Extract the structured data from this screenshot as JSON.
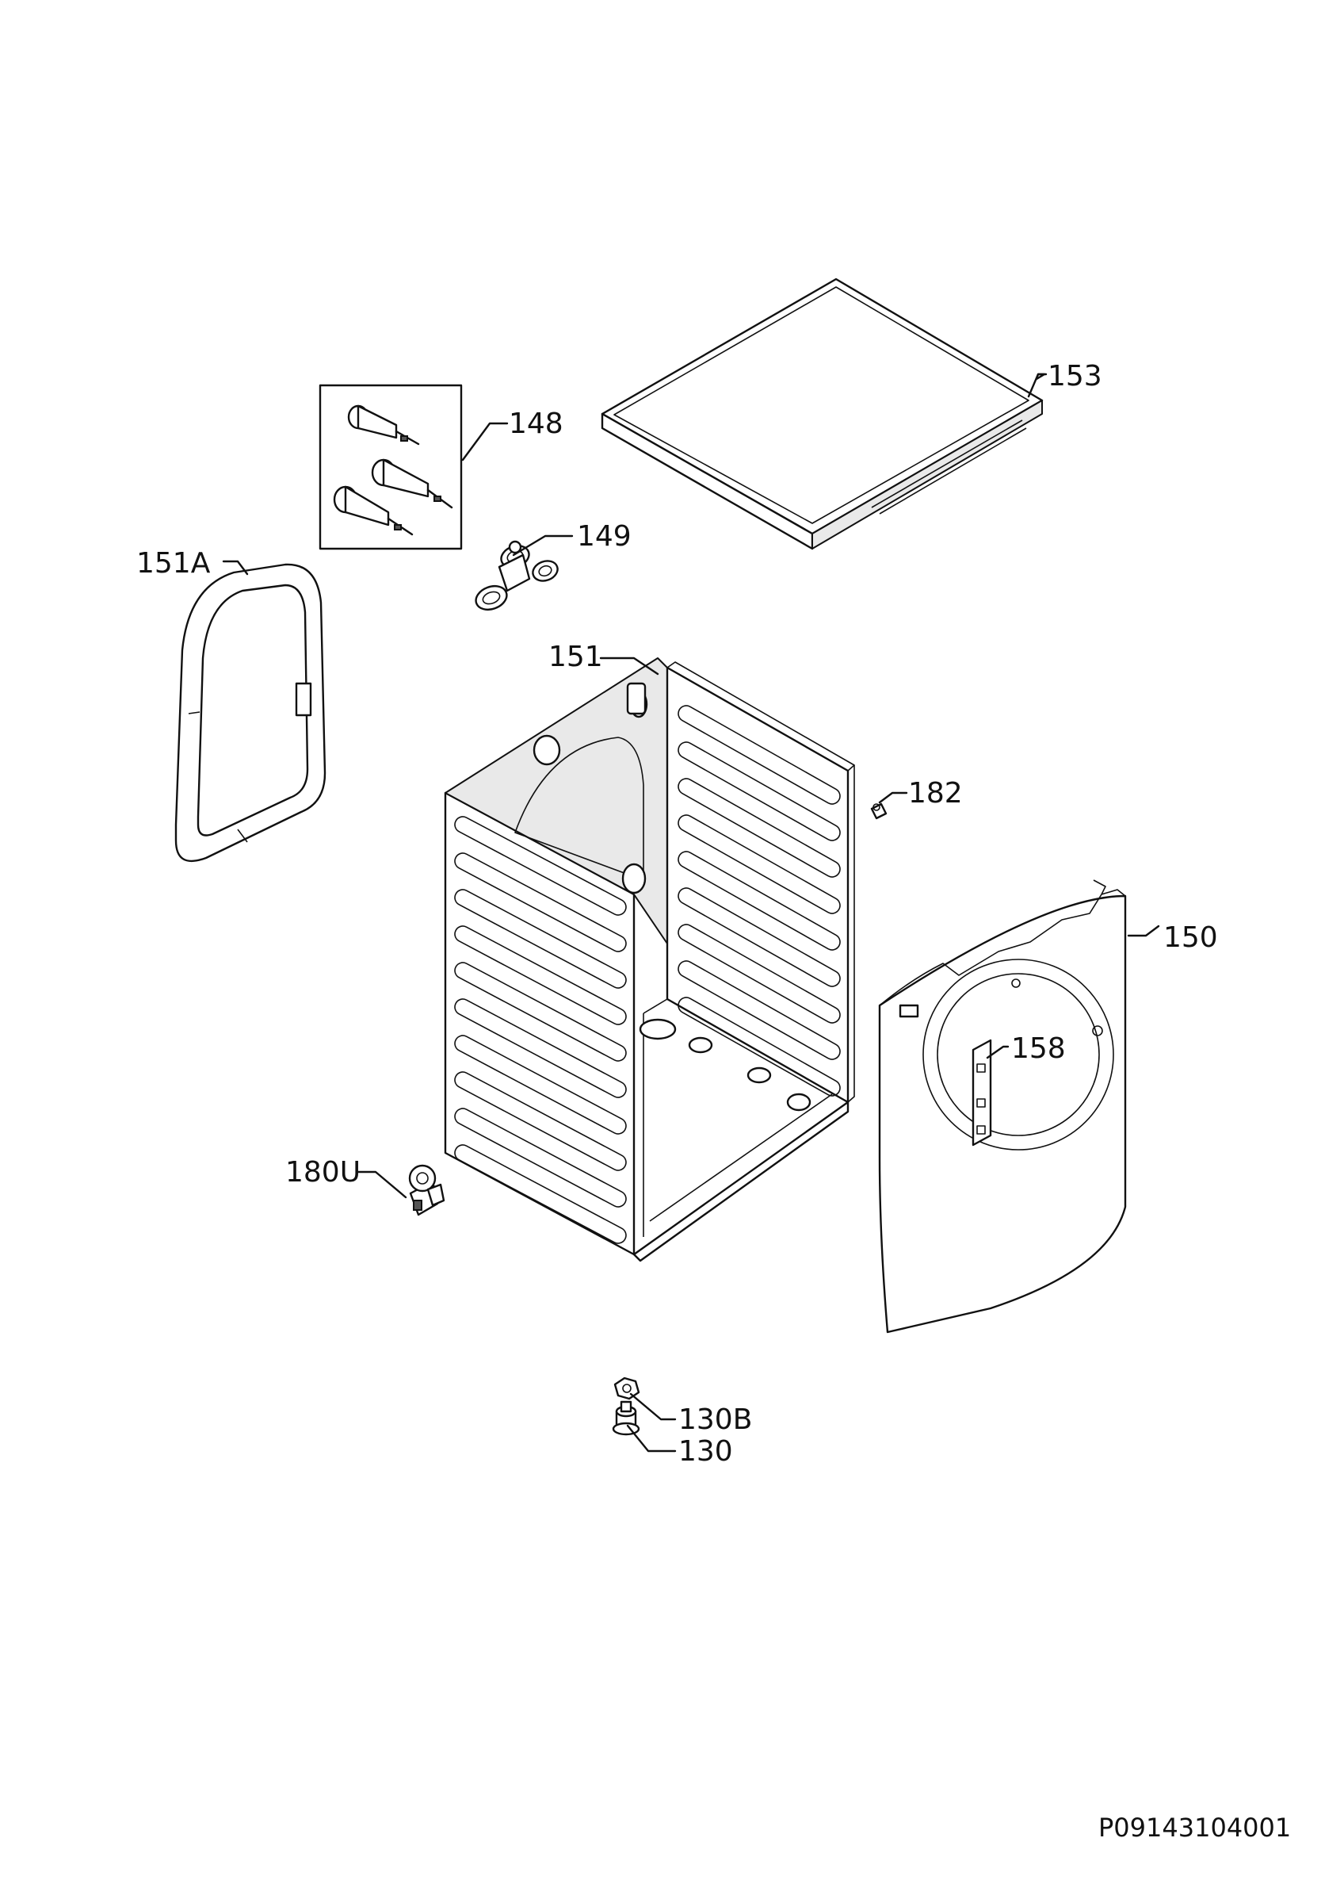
{
  "diagram": {
    "drawing_code": "P09143104001",
    "callouts": [
      {
        "id": "153",
        "label": "153"
      },
      {
        "id": "148",
        "label": "148"
      },
      {
        "id": "149",
        "label": "149"
      },
      {
        "id": "151A",
        "label": "151A"
      },
      {
        "id": "151",
        "label": "151"
      },
      {
        "id": "182",
        "label": "182"
      },
      {
        "id": "150",
        "label": "150"
      },
      {
        "id": "158",
        "label": "158"
      },
      {
        "id": "180U",
        "label": "180U"
      },
      {
        "id": "130B",
        "label": "130B"
      },
      {
        "id": "130",
        "label": "130"
      }
    ]
  }
}
